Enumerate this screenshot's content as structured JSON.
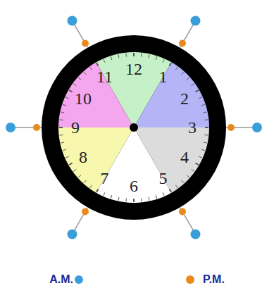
{
  "diagram": {
    "labels": [
      "12",
      "1",
      "2",
      "3",
      "4",
      "5",
      "6",
      "7",
      "8",
      "9",
      "10",
      "11"
    ],
    "legend": [
      {
        "text": "A.M.",
        "color": "#3a9fd8"
      },
      {
        "text": "P.M.",
        "color": "#e88a1a"
      }
    ]
  }
}
